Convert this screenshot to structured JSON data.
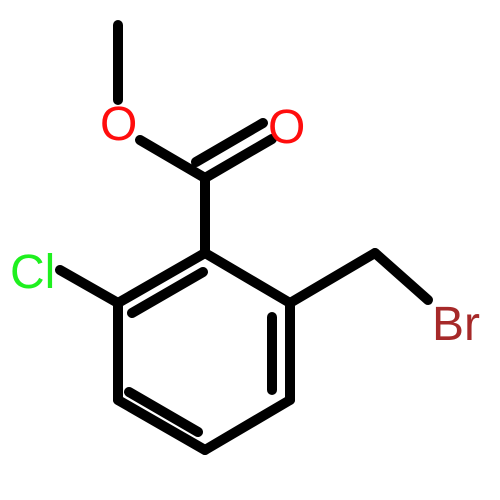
{
  "molecule": {
    "atoms": {
      "oxygen_ester": {
        "symbol": "O",
        "color": "#ff0d0d"
      },
      "oxygen_carbonyl": {
        "symbol": "O",
        "color": "#ff0d0d"
      },
      "chlorine": {
        "symbol": "Cl",
        "color": "#1ff01f"
      },
      "bromine": {
        "symbol": "Br",
        "color": "#a62929"
      }
    },
    "bond_color": "#000000"
  }
}
